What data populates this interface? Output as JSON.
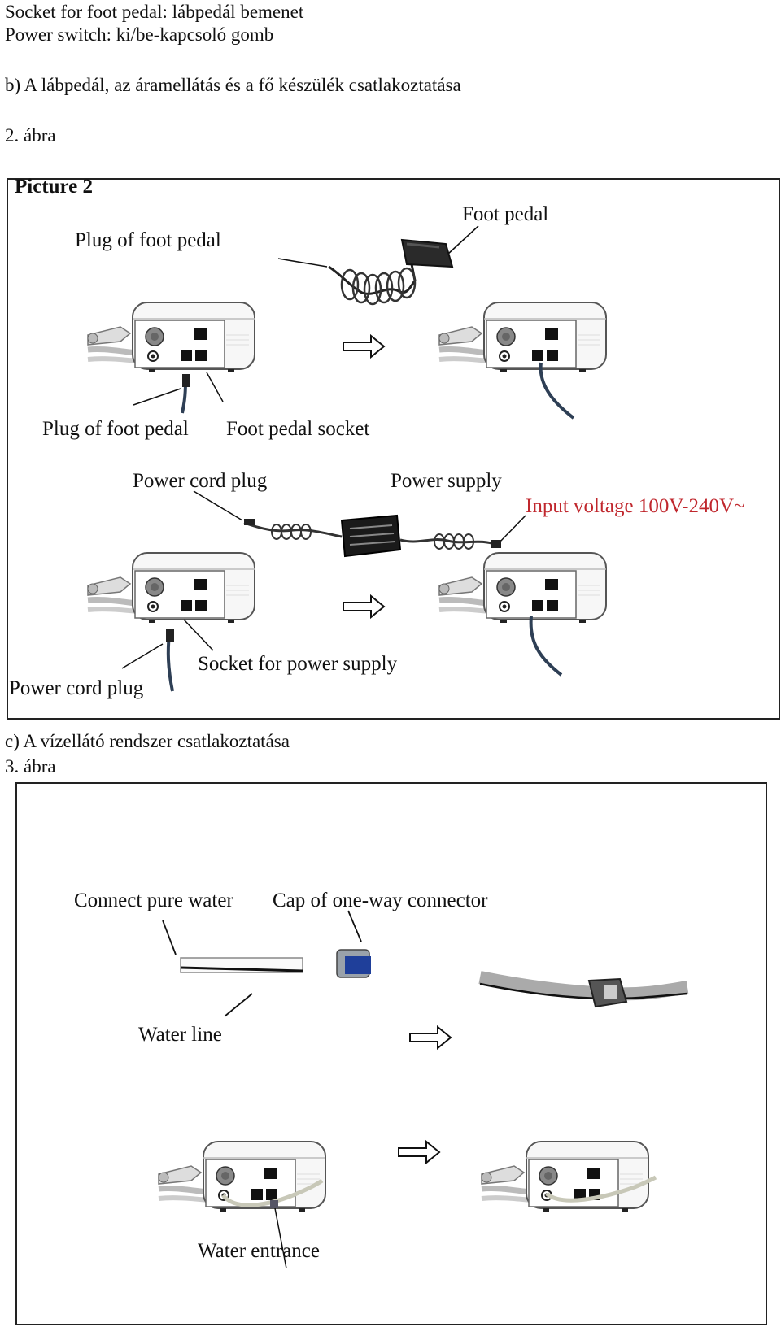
{
  "intro": {
    "line1": "Socket for foot pedal: lábpedál bemenet",
    "line2": "Power switch: ki/be-kapcsoló gomb"
  },
  "section_b": {
    "heading": "b) A lábpedál, az áramellátás és a fő készülék csatlakoztatása",
    "figure_label": "2. ábra"
  },
  "picture2": {
    "title": "Picture 2",
    "labels": {
      "foot_pedal": "Foot pedal",
      "plug_of_foot_pedal_top": "Plug of foot pedal",
      "plug_of_foot_pedal_bottom": "Plug of foot pedal",
      "foot_pedal_socket": "Foot pedal socket",
      "power_cord_plug_top": "Power cord plug",
      "power_supply": "Power supply",
      "input_voltage": "Input voltage 100V-240V~",
      "socket_for_power_supply": "Socket for power supply",
      "power_cord_plug_bottom": "Power cord plug"
    }
  },
  "section_c": {
    "heading": "c) A vízellátó rendszer csatlakoztatása",
    "figure_label": "3. ábra"
  },
  "picture3": {
    "labels": {
      "connect_pure_water": "Connect pure water",
      "cap_of_one_way_connector": "Cap of one-way connector",
      "water_line": "Water line",
      "water_entrance": "Water entrance"
    }
  },
  "colors": {
    "accent_red": "#c0272d",
    "frame": "#222222"
  }
}
